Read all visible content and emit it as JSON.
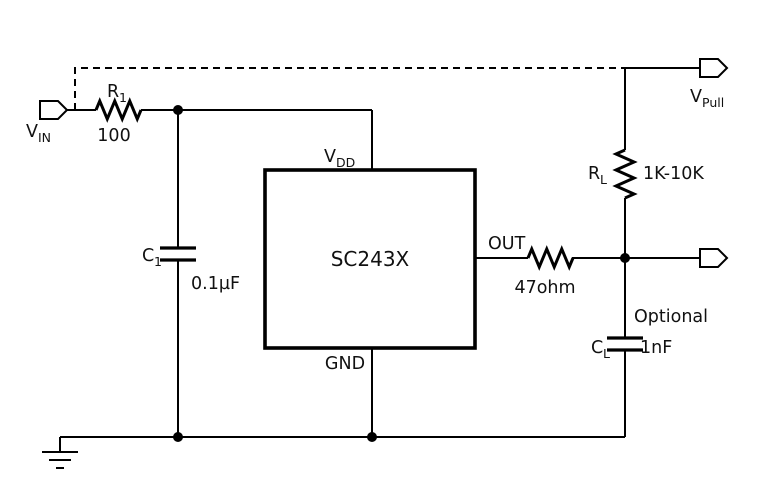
{
  "diagram": {
    "input_port": {
      "base": "V",
      "sub": "IN"
    },
    "r1": {
      "base": "R",
      "sub": "1",
      "value": "100"
    },
    "c1": {
      "base": "C",
      "sub": "1",
      "value": "0.1µF"
    },
    "chip": {
      "name": "SC243X",
      "vdd_base": "V",
      "vdd_sub": "DD",
      "gnd": "GND"
    },
    "out_net": {
      "label": "OUT",
      "series_r_value": "47ohm"
    },
    "rl": {
      "base": "R",
      "sub": "L",
      "value": "1K-10K"
    },
    "vpull_port": {
      "base": "V",
      "sub": "Pull"
    },
    "cl": {
      "base": "C",
      "sub": "L",
      "value": "1nF",
      "note": "Optional"
    }
  }
}
